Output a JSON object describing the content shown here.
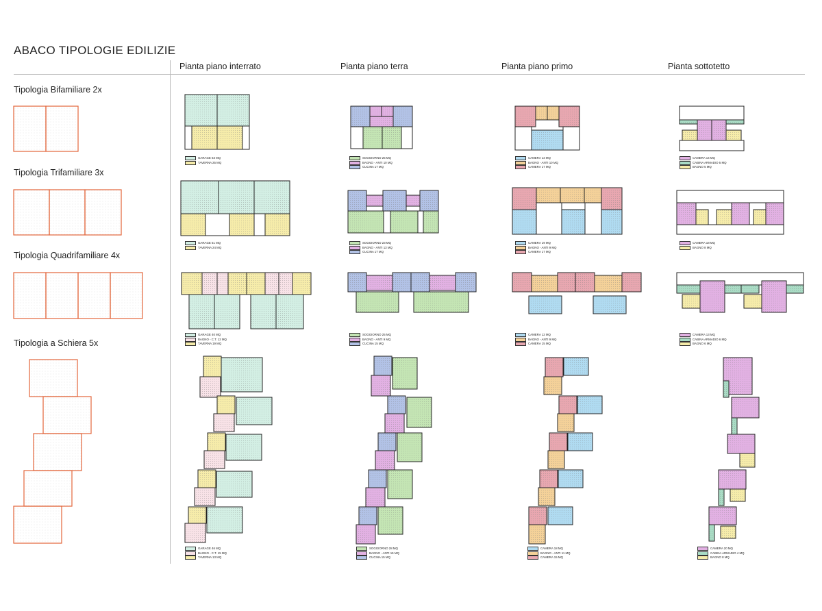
{
  "title": "ABACO TIPOLOGIE EDILIZIE",
  "columns": [
    "Pianta piano interrato",
    "Pianta piano terra",
    "Pianta piano primo",
    "Pianta sottotetto"
  ],
  "rows": [
    "Tipologia Bifamiliare 2x",
    "Tipologia Trifamiliare 3x",
    "Tipologia Quadrifamiliare 4x",
    "Tipologia a Schiera 5x"
  ],
  "colors": {
    "garage": "#d3efe4",
    "cantina": "#f6ecaa",
    "soggiorno": "#c4e5b4",
    "bagno": "#e2b1e3",
    "cucina": "#b2c2e6",
    "camera_blue": "#b0dbf1",
    "camera_orange": "#f4d199",
    "camera_red": "#e8a7b0",
    "bagno_ct": "#f8e2e7",
    "cabina": "#a9dcc5",
    "outline_red": "#e2643a"
  },
  "legends": {
    "r1c1": [
      "GARAGE 63 MQ",
      "TAVERNA 25 MQ"
    ],
    "r1c2": [
      "SOGGIORNO 25 MQ",
      "BAGNO - ANTI 10 MQ",
      "CUCINA 17 MQ"
    ],
    "r1c3": [
      "CAMERA 13 MQ",
      "BAGNO - ANTI 10 MQ",
      "CAMERA 17 MQ"
    ],
    "r1c4": [
      "CAMERA 14 MQ",
      "CABINA ARMADIO 5 MQ",
      "BAGNO 5 MQ"
    ],
    "r2c1": [
      "GARAGE 51 MQ",
      "TAVERNA 24 MQ"
    ],
    "r2c2": [
      "SOGGIORNO 23 MQ",
      "BAGNO - ANTI 13 MQ",
      "CUCINA 17 MQ"
    ],
    "r2c3": [
      "CAMERA 19 MQ",
      "BAGNO - ANTI 9 MQ",
      "CAMERA 17 MQ"
    ],
    "r2c4": [
      "CAMERA 18 MQ",
      "BAGNO 8 MQ"
    ],
    "r3c1": [
      "GARAGE 40 MQ",
      "BAGNO - C.T. 12 MQ",
      "TAVERNA 19 MQ"
    ],
    "r3c2": [
      "SOGGIORNO 25 MQ",
      "BAGNO - ANTI 9 MQ",
      "CUCINA 15 MQ"
    ],
    "r3c3": [
      "CAMERA 12 MQ",
      "BAGNO - ANTI 9 MQ",
      "CAMERA 15 MQ"
    ],
    "r3c4": [
      "CAMERA 13 MQ",
      "CABINA ARMADIO 6 MQ",
      "BAGNO 6 MQ"
    ],
    "r4c1": [
      "GARAGE 46 MQ",
      "BAGNO - C.T. 15 MQ",
      "TAVERNA 13 MQ"
    ],
    "r4c2": [
      "SOGGIORNO 28 MQ",
      "BAGNO - ANTI 15 MQ",
      "CUCINA 15 MQ"
    ],
    "r4c3": [
      "CAMERA 18 MQ",
      "BAGNO - ANTI 11 MQ",
      "CAMERA 15 MQ"
    ],
    "r4c4": [
      "CAMERA 20 MQ",
      "CABINA ARMADIO 4 MQ",
      "BAGNO 8 MQ"
    ]
  }
}
